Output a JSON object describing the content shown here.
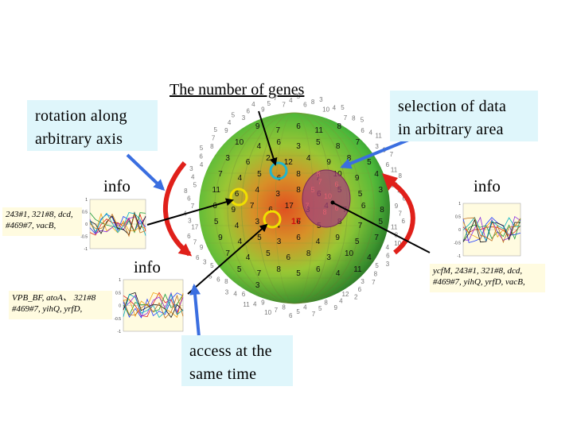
{
  "heading": "The number of genes",
  "callouts": {
    "rotation": [
      "rotation along",
      "arbitrary axis"
    ],
    "selection": [
      "selection of data",
      "in arbitrary area"
    ],
    "access": [
      "access at the",
      "same time"
    ]
  },
  "info_labels": [
    "info",
    "info",
    "info"
  ],
  "gene_lists": {
    "left_top": "243#1, 321#8, dcd, #469#7, vacB,",
    "left_bottom": "VPB_BF, atoA、 321#8 #469#7, yihQ, yrfD,",
    "right": "ycfM, 243#1, 321#8, dcd, #469#7, yihQ, yrfD, vacB,"
  },
  "sphere_numbers": [
    "9",
    "7",
    "6",
    "11",
    "8",
    "10",
    "4",
    "6",
    "3",
    "5",
    "8",
    "7",
    "3",
    "6",
    "2",
    "12",
    "4",
    "9",
    "8",
    "5",
    "7",
    "4",
    "5",
    "6",
    "8",
    "7",
    "10",
    "9",
    "4",
    "11",
    "6",
    "4",
    "3",
    "8",
    "6",
    "5",
    "5",
    "3",
    "6",
    "9",
    "7",
    "6",
    "17",
    "3",
    "4",
    "7",
    "6",
    "8",
    "5",
    "4",
    "3",
    "4",
    "6",
    "5",
    "8",
    "7",
    "5",
    "9",
    "4",
    "5",
    "3",
    "6",
    "4",
    "9",
    "5",
    "7",
    "7",
    "4",
    "5",
    "6",
    "8",
    "3",
    "10",
    "4",
    "5",
    "7",
    "8",
    "5",
    "6",
    "4",
    "11",
    "3"
  ],
  "sphere_marks": {
    "center_number": "17",
    "ellipse_numbers": [
      "8",
      "5",
      "6",
      "10",
      "7",
      "8",
      "6",
      "7"
    ]
  },
  "colors": {
    "callout_bg": "#dff6fb",
    "rotation_arrow": "#e0201a",
    "pointer_blue": "#3a6ee0",
    "selection_ellipse": "#a1407a",
    "marker_cyan": "#22b5cc",
    "marker_yellow": "#f0e000"
  },
  "mini_chart": {
    "y_ticks": [
      "1",
      "0.5",
      "0",
      "-0.5",
      "-1"
    ]
  }
}
